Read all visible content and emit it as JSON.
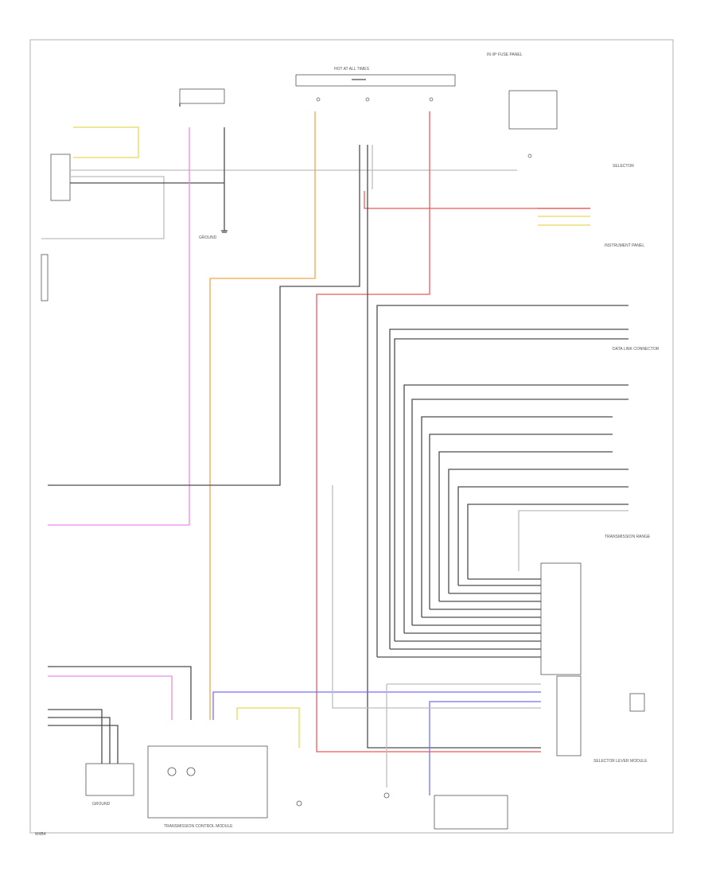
{
  "diagram": {
    "footer_code": "W4B4",
    "labels": {
      "top_fuse_box": "HOT AT ALL TIMES",
      "top_right_note": "IN I/P FUSE PANEL",
      "ground_left": "GROUND",
      "shift_selector": "SELECTOR",
      "trans_range": "TRANSMISSION RANGE",
      "instrument_panel": "INSTRUMENT PANEL",
      "data_link": "DATA LINK CONNECTOR",
      "bottom_left_ground": "GROUND",
      "bottom_module": "TRANSMISSION CONTROL MODULE",
      "bottom_right_module": "SELECTOR LEVER MODULE"
    }
  }
}
